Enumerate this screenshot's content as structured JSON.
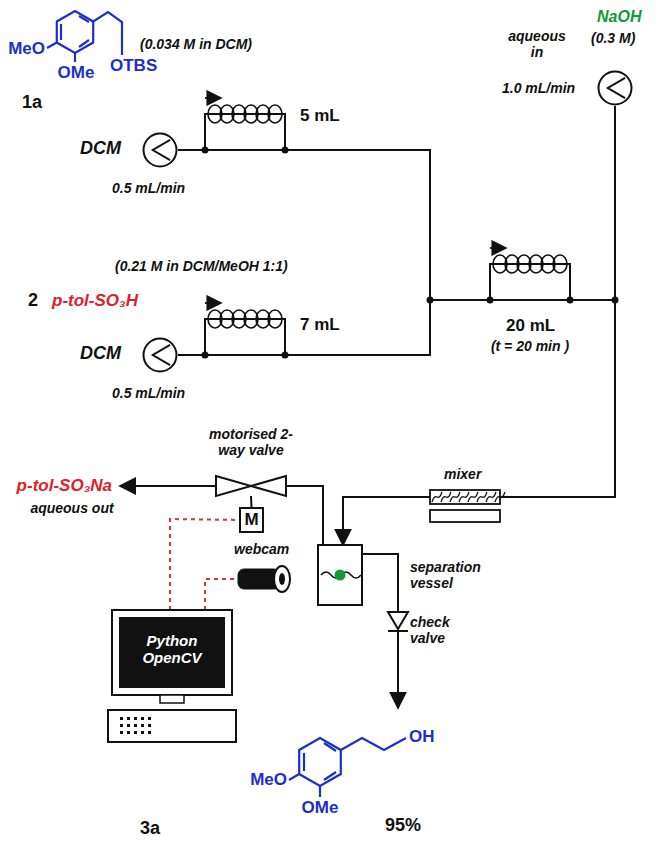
{
  "diagram": {
    "nodes": [
      {
        "text": [
          "DCM",
          "0.5 mL/min"
        ]
      },
      {
        "text": [
          "5 mL"
        ]
      },
      {
        "text": [
          "DCM",
          "0.5 mL/min"
        ]
      },
      {
        "text": [
          "7 mL"
        ]
      },
      {
        "text": [
          "20 mL",
          "(t = 20 min )"
        ]
      },
      {
        "text": [
          "aqueous in",
          "NaOH",
          "(0.3 M)",
          "1.0 mL/min"
        ]
      },
      {
        "text": [
          "mixer"
        ]
      },
      {
        "text": [
          "motorised 2-way valve"
        ]
      },
      {
        "text": [
          "separation vessel"
        ]
      },
      {
        "text": [
          "webcam"
        ]
      },
      {
        "text": [
          "Python OpenCV"
        ]
      },
      {
        "text": [
          "check valve"
        ]
      },
      {
        "text": [
          "M"
        ]
      }
    ],
    "edges": [
      {
        "from": 0,
        "to": 1,
        "arrow": "none"
      },
      {
        "from": 1,
        "to": 4,
        "arrow": "none"
      },
      {
        "from": 2,
        "to": 3,
        "arrow": "none"
      },
      {
        "from": 3,
        "to": 4,
        "arrow": "none"
      },
      {
        "from": 4,
        "to": 6,
        "arrow": "none"
      },
      {
        "from": 5,
        "to": 6,
        "arrow": "none"
      },
      {
        "from": 6,
        "to": 8,
        "arrow": "to"
      },
      {
        "from": 8,
        "to": 7,
        "arrow": "none"
      },
      {
        "from": 7,
        "to": 12,
        "arrow": "none"
      },
      {
        "from": 8,
        "to": 11,
        "arrow": "none"
      },
      {
        "from": 10,
        "to": 12,
        "arrow": "none"
      },
      {
        "from": 10,
        "to": 9,
        "arrow": "none"
      }
    ],
    "labels": [
      "MeO",
      "OMe",
      "OTBS",
      "1a",
      "(0.034 M in DCM)",
      "(0.21 M in DCM/MeOH 1:1)",
      "2",
      "p-tol-SO₃H",
      "p-tol-SO₃Na",
      "aqueous out",
      "3a",
      "MeO",
      "OMe",
      "OH",
      "95%"
    ]
  }
}
